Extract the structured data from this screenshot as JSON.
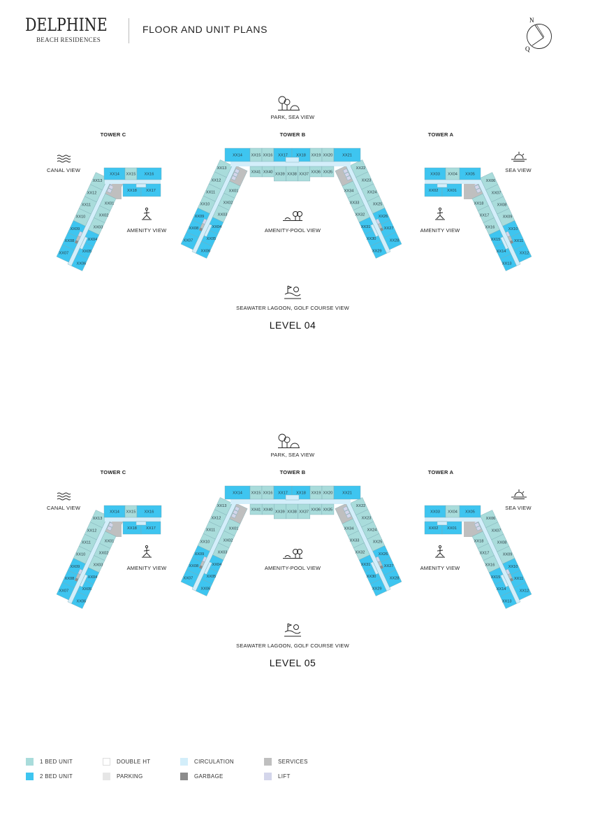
{
  "header": {
    "brand": "DELPHINE",
    "brand_sub": "BEACH RESIDENCES",
    "title": "FLOOR AND UNIT PLANS",
    "compass_n": "N",
    "compass_q": "Q"
  },
  "colors": {
    "1": "#a9dcdb",
    "2": "#3ec5f0",
    "circulation": "#d3eefa",
    "services": "#bfbfbf",
    "garbage": "#8c8c8c",
    "lift": "#d4d6eb",
    "parking": "#e6e6e6",
    "double_ht": "#ffffff"
  },
  "levels": [
    {
      "title": "LEVEL 04",
      "views": {
        "top": "PARK, SEA VIEW",
        "canal": "CANAL VIEW",
        "sea": "SEA VIEW",
        "amenity_left": "AMENITY VIEW",
        "amenity_right": "AMENITY VIEW",
        "pool": "AMENITY-POOL VIEW",
        "bottom": "SEAWATER LAGOON, GOLF COURSE VIEW"
      },
      "towers": [
        {
          "name": "TOWER C",
          "top_row": [
            [
              "XX14",
              "2"
            ],
            [
              "XX15",
              "1"
            ],
            [
              "XX16",
              "2"
            ]
          ],
          "second_row": [
            [
              "XX18",
              "2"
            ],
            [
              "XX17",
              "2"
            ]
          ],
          "wings": [
            {
              "outer": [
                [
                  "XX13",
                  "1"
                ],
                [
                  "XX12",
                  "1"
                ],
                [
                  "XX11",
                  "1"
                ],
                [
                  "XX10",
                  "1"
                ],
                [
                  "XX09",
                  "2"
                ],
                [
                  "XX08",
                  "2"
                ],
                [
                  "XX07",
                  "2"
                ]
              ],
              "inner": [
                [
                  "XX01",
                  "1"
                ],
                [
                  "XX02",
                  "1"
                ],
                [
                  "XX03",
                  "1"
                ],
                [
                  "XX04",
                  "2"
                ],
                [
                  "XX05",
                  "2"
                ],
                [
                  "XX06",
                  "2"
                ]
              ]
            }
          ]
        },
        {
          "name": "TOWER B",
          "top_row": [
            [
              "XX14",
              "2"
            ],
            [
              "XX15",
              "1"
            ],
            [
              "XX16",
              "1"
            ],
            [
              "XX17",
              "2"
            ],
            [
              "XX18",
              "2"
            ],
            [
              "XX19",
              "1"
            ],
            [
              "XX20",
              "1"
            ],
            [
              "XX21",
              "2"
            ]
          ],
          "second_row": [
            [
              "XX41",
              "1"
            ],
            [
              "XX40",
              "1"
            ],
            [
              "XX39",
              "1"
            ],
            [
              "XX38",
              "1"
            ],
            [
              "XX37",
              "1"
            ],
            [
              "XX36",
              "1"
            ],
            [
              "XX35",
              "1"
            ]
          ],
          "wings": [
            {
              "outer": [
                [
                  "XX13",
                  "1"
                ],
                [
                  "XX12",
                  "1"
                ],
                [
                  "XX11",
                  "1"
                ],
                [
                  "XX10",
                  "1"
                ],
                [
                  "XX09",
                  "2"
                ],
                [
                  "XX08",
                  "2"
                ],
                [
                  "XX07",
                  "2"
                ]
              ],
              "inner": [
                [
                  "XX01",
                  "1"
                ],
                [
                  "XX02",
                  "1"
                ],
                [
                  "XX03",
                  "1"
                ],
                [
                  "XX04",
                  "2"
                ],
                [
                  "XX05",
                  "2"
                ],
                [
                  "XX06",
                  "2"
                ]
              ]
            },
            {
              "outer": [
                [
                  "XX22",
                  "1"
                ],
                [
                  "XX23",
                  "1"
                ],
                [
                  "XX24",
                  "1"
                ],
                [
                  "XX25",
                  "1"
                ],
                [
                  "XX26",
                  "2"
                ],
                [
                  "XX27",
                  "2"
                ],
                [
                  "XX28",
                  "2"
                ]
              ],
              "inner": [
                [
                  "XX34",
                  "1"
                ],
                [
                  "XX33",
                  "1"
                ],
                [
                  "XX32",
                  "1"
                ],
                [
                  "XX31",
                  "2"
                ],
                [
                  "XX30",
                  "2"
                ],
                [
                  "XX29",
                  "2"
                ]
              ]
            }
          ]
        },
        {
          "name": "TOWER A",
          "top_row": [
            [
              "XX03",
              "2"
            ],
            [
              "XX04",
              "1"
            ],
            [
              "XX05",
              "2"
            ]
          ],
          "second_row": [
            [
              "XX02",
              "2"
            ],
            [
              "XX01",
              "2"
            ]
          ],
          "wings": [
            {
              "outer": [
                [
                  "XX06",
                  "1"
                ],
                [
                  "XX07",
                  "1"
                ],
                [
                  "XX08",
                  "1"
                ],
                [
                  "XX09",
                  "1"
                ],
                [
                  "XX10",
                  "2"
                ],
                [
                  "XX11",
                  "2"
                ],
                [
                  "XX12",
                  "2"
                ]
              ],
              "inner": [
                [
                  "XX18",
                  "1"
                ],
                [
                  "XX17",
                  "1"
                ],
                [
                  "XX16",
                  "1"
                ],
                [
                  "XX15",
                  "2"
                ],
                [
                  "XX14",
                  "2"
                ],
                [
                  "XX13",
                  "2"
                ]
              ]
            }
          ]
        }
      ]
    },
    {
      "title": "LEVEL 05",
      "views": {
        "top": "PARK, SEA VIEW",
        "canal": "CANAL VIEW",
        "sea": "SEA VIEW",
        "amenity_left": "AMENITY VIEW",
        "amenity_right": "AMENITY VIEW",
        "pool": "AMENITY-POOL VIEW",
        "bottom": "SEAWATER LAGOON, GOLF COURSE VIEW"
      },
      "towers": [
        {
          "name": "TOWER C",
          "top_row": [
            [
              "XX14",
              "2"
            ],
            [
              "XX15",
              "1"
            ],
            [
              "XX16",
              "2"
            ]
          ],
          "second_row": [
            [
              "XX18",
              "2"
            ],
            [
              "XX17",
              "2"
            ]
          ],
          "wings": [
            {
              "outer": [
                [
                  "XX13",
                  "1"
                ],
                [
                  "XX12",
                  "1"
                ],
                [
                  "XX11",
                  "1"
                ],
                [
                  "XX10",
                  "1"
                ],
                [
                  "XX09",
                  "2"
                ],
                [
                  "XX08",
                  "2"
                ],
                [
                  "XX07",
                  "2"
                ]
              ],
              "inner": [
                [
                  "XX01",
                  "1"
                ],
                [
                  "XX02",
                  "1"
                ],
                [
                  "XX03",
                  "1"
                ],
                [
                  "XX04",
                  "2"
                ],
                [
                  "XX05",
                  "2"
                ],
                [
                  "XX06",
                  "2"
                ]
              ]
            }
          ]
        },
        {
          "name": "TOWER B",
          "top_row": [
            [
              "XX14",
              "2"
            ],
            [
              "XX15",
              "1"
            ],
            [
              "XX16",
              "1"
            ],
            [
              "XX17",
              "2"
            ],
            [
              "XX18",
              "2"
            ],
            [
              "XX19",
              "1"
            ],
            [
              "XX20",
              "1"
            ],
            [
              "XX21",
              "2"
            ]
          ],
          "second_row": [
            [
              "XX41",
              "1"
            ],
            [
              "XX40",
              "1"
            ],
            [
              "XX39",
              "1"
            ],
            [
              "XX38",
              "1"
            ],
            [
              "XX37",
              "1"
            ],
            [
              "XX36",
              "1"
            ],
            [
              "XX35",
              "1"
            ]
          ],
          "wings": [
            {
              "outer": [
                [
                  "XX13",
                  "1"
                ],
                [
                  "XX12",
                  "1"
                ],
                [
                  "XX11",
                  "1"
                ],
                [
                  "XX10",
                  "1"
                ],
                [
                  "XX09",
                  "2"
                ],
                [
                  "XX08",
                  "2"
                ],
                [
                  "XX07",
                  "2"
                ]
              ],
              "inner": [
                [
                  "XX01",
                  "1"
                ],
                [
                  "XX02",
                  "1"
                ],
                [
                  "XX03",
                  "1"
                ],
                [
                  "XX04",
                  "2"
                ],
                [
                  "XX05",
                  "2"
                ],
                [
                  "XX06",
                  "2"
                ]
              ]
            },
            {
              "outer": [
                [
                  "XX22",
                  "1"
                ],
                [
                  "XX23",
                  "1"
                ],
                [
                  "XX24",
                  "1"
                ],
                [
                  "XX25",
                  "1"
                ],
                [
                  "XX26",
                  "2"
                ],
                [
                  "XX27",
                  "2"
                ],
                [
                  "XX28",
                  "2"
                ]
              ],
              "inner": [
                [
                  "XX34",
                  "1"
                ],
                [
                  "XX33",
                  "1"
                ],
                [
                  "XX32",
                  "1"
                ],
                [
                  "XX31",
                  "2"
                ],
                [
                  "XX30",
                  "2"
                ],
                [
                  "XX29",
                  "2"
                ]
              ]
            }
          ]
        },
        {
          "name": "TOWER A",
          "top_row": [
            [
              "XX03",
              "2"
            ],
            [
              "XX04",
              "1"
            ],
            [
              "XX05",
              "2"
            ]
          ],
          "second_row": [
            [
              "XX02",
              "2"
            ],
            [
              "XX01",
              "2"
            ]
          ],
          "wings": [
            {
              "outer": [
                [
                  "XX06",
                  "1"
                ],
                [
                  "XX07",
                  "1"
                ],
                [
                  "XX08",
                  "1"
                ],
                [
                  "XX09",
                  "1"
                ],
                [
                  "XX10",
                  "2"
                ],
                [
                  "XX11",
                  "2"
                ],
                [
                  "XX12",
                  "2"
                ]
              ],
              "inner": [
                [
                  "XX18",
                  "1"
                ],
                [
                  "XX17",
                  "1"
                ],
                [
                  "XX16",
                  "1"
                ],
                [
                  "XX15",
                  "2"
                ],
                [
                  "XX14",
                  "2"
                ],
                [
                  "XX13",
                  "2"
                ]
              ]
            }
          ]
        }
      ]
    }
  ],
  "legend": [
    {
      "label": "1 BED UNIT",
      "color": "#a9dcdb"
    },
    {
      "label": "2 BED UNIT",
      "color": "#3ec5f0"
    },
    {
      "label": "DOUBLE HT",
      "color": "#ffffff"
    },
    {
      "label": "PARKING",
      "color": "#e6e6e6"
    },
    {
      "label": "CIRCULATION",
      "color": "#d3eefa"
    },
    {
      "label": "GARBAGE",
      "color": "#8c8c8c"
    },
    {
      "label": "SERVICES",
      "color": "#bfbfbf"
    },
    {
      "label": "LIFT",
      "color": "#d4d6eb"
    }
  ]
}
